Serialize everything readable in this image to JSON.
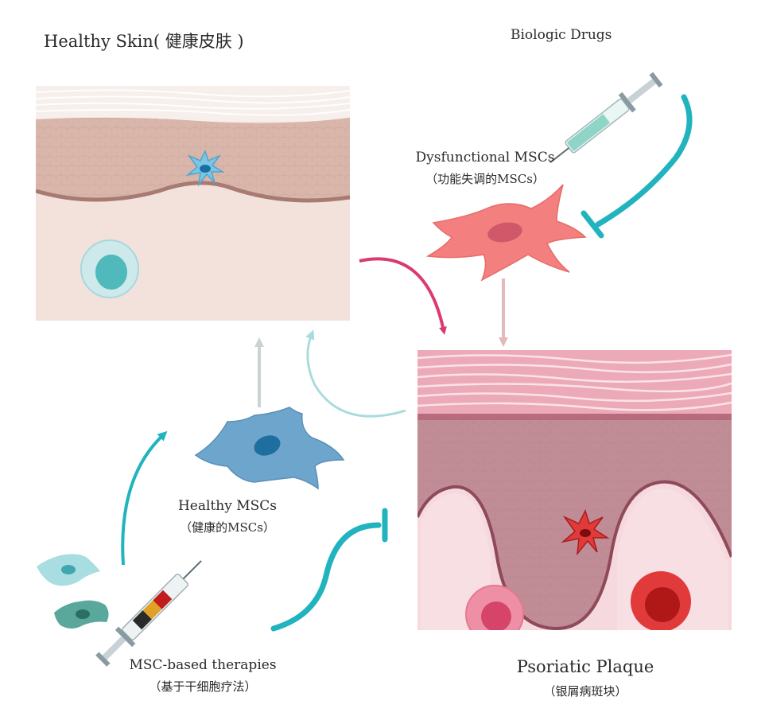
{
  "labels": {
    "healthy_skin": "Healthy Skin( 健康皮肤 )",
    "biologic_drugs": "Biologic Drugs",
    "dysfunctional_en": "Dysfunctional MSCs",
    "dysfunctional_cn": "（功能失调的MSCs）",
    "healthy_mscs_en": "Healthy MSCs",
    "healthy_mscs_cn": "（健康的MSCs）",
    "msc_therapies_en": "MSC-based therapies",
    "msc_therapies_cn": "（基于干细胞疗法）",
    "psoriatic_en": "Psoriatic Plaque",
    "psoriatic_cn": "（银屑病斑块）"
  },
  "colors": {
    "teal": "#21b3be",
    "magenta": "#d93a6f",
    "pink_arrow": "#e4b9bd",
    "light_arrow": "#c9d5d0",
    "healthy_cell": "#6aa9cf",
    "dysfunctional_cell": "#f07c7c"
  },
  "icons": [
    "syringe-icon",
    "inhibit-arrow-icon",
    "cell-icon"
  ]
}
